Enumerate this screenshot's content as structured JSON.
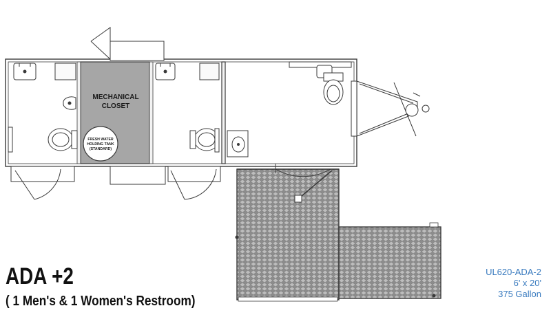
{
  "plan": {
    "title": "ADA +2",
    "subtitle": "( 1 Men's & 1 Women's Restroom)",
    "mechanical_label_line1": "MECHANICAL",
    "mechanical_label_line2": "CLOSET",
    "tank_label_line1": "FRESH WATER",
    "tank_label_line2": "HOLDING TANK",
    "tank_label_line3": "(STANDARD)",
    "specs": {
      "model": "UL620-ADA-2",
      "size": "6' x 20'",
      "capacity": "375 Gallon"
    },
    "colors": {
      "closet": "#a6a6a6",
      "wall": "#3a3a3a",
      "spec_text": "#3a7bbf",
      "deck": "#9a9a9a"
    }
  }
}
